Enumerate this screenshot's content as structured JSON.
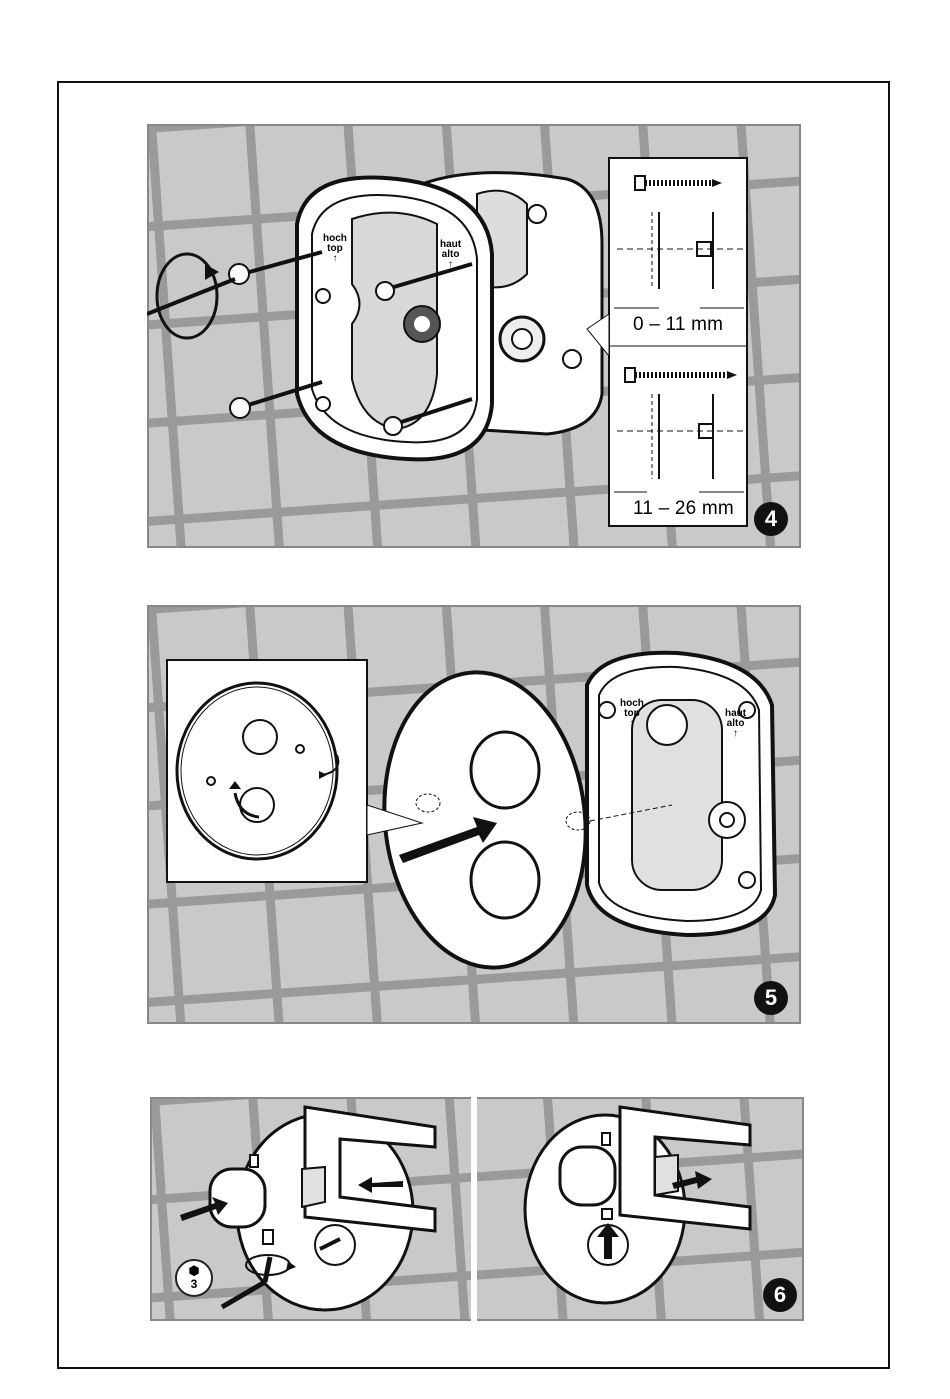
{
  "steps": [
    {
      "number": "4",
      "labels": {
        "top_de": "hoch",
        "top_en": "top",
        "top_fr": "haut",
        "top_it": "alto",
        "arrow": "↑"
      },
      "measurements": [
        "0 – 11 mm",
        "11 – 26 mm"
      ]
    },
    {
      "number": "5",
      "labels": {
        "top_de": "hoch",
        "top_en": "top",
        "top_fr": "haut",
        "top_it": "alto",
        "arrow": "↑"
      }
    },
    {
      "number": "6",
      "hex_key_size": "3"
    }
  ],
  "icons": [
    "screwdriver-icon",
    "rotate-arrow-icon",
    "push-arrow-icon",
    "hex-key-icon"
  ],
  "colors": {
    "tile": "#c9c9c9",
    "grout": "#9a9a9a",
    "line": "#111111",
    "panel_bg": "#ffffff"
  }
}
